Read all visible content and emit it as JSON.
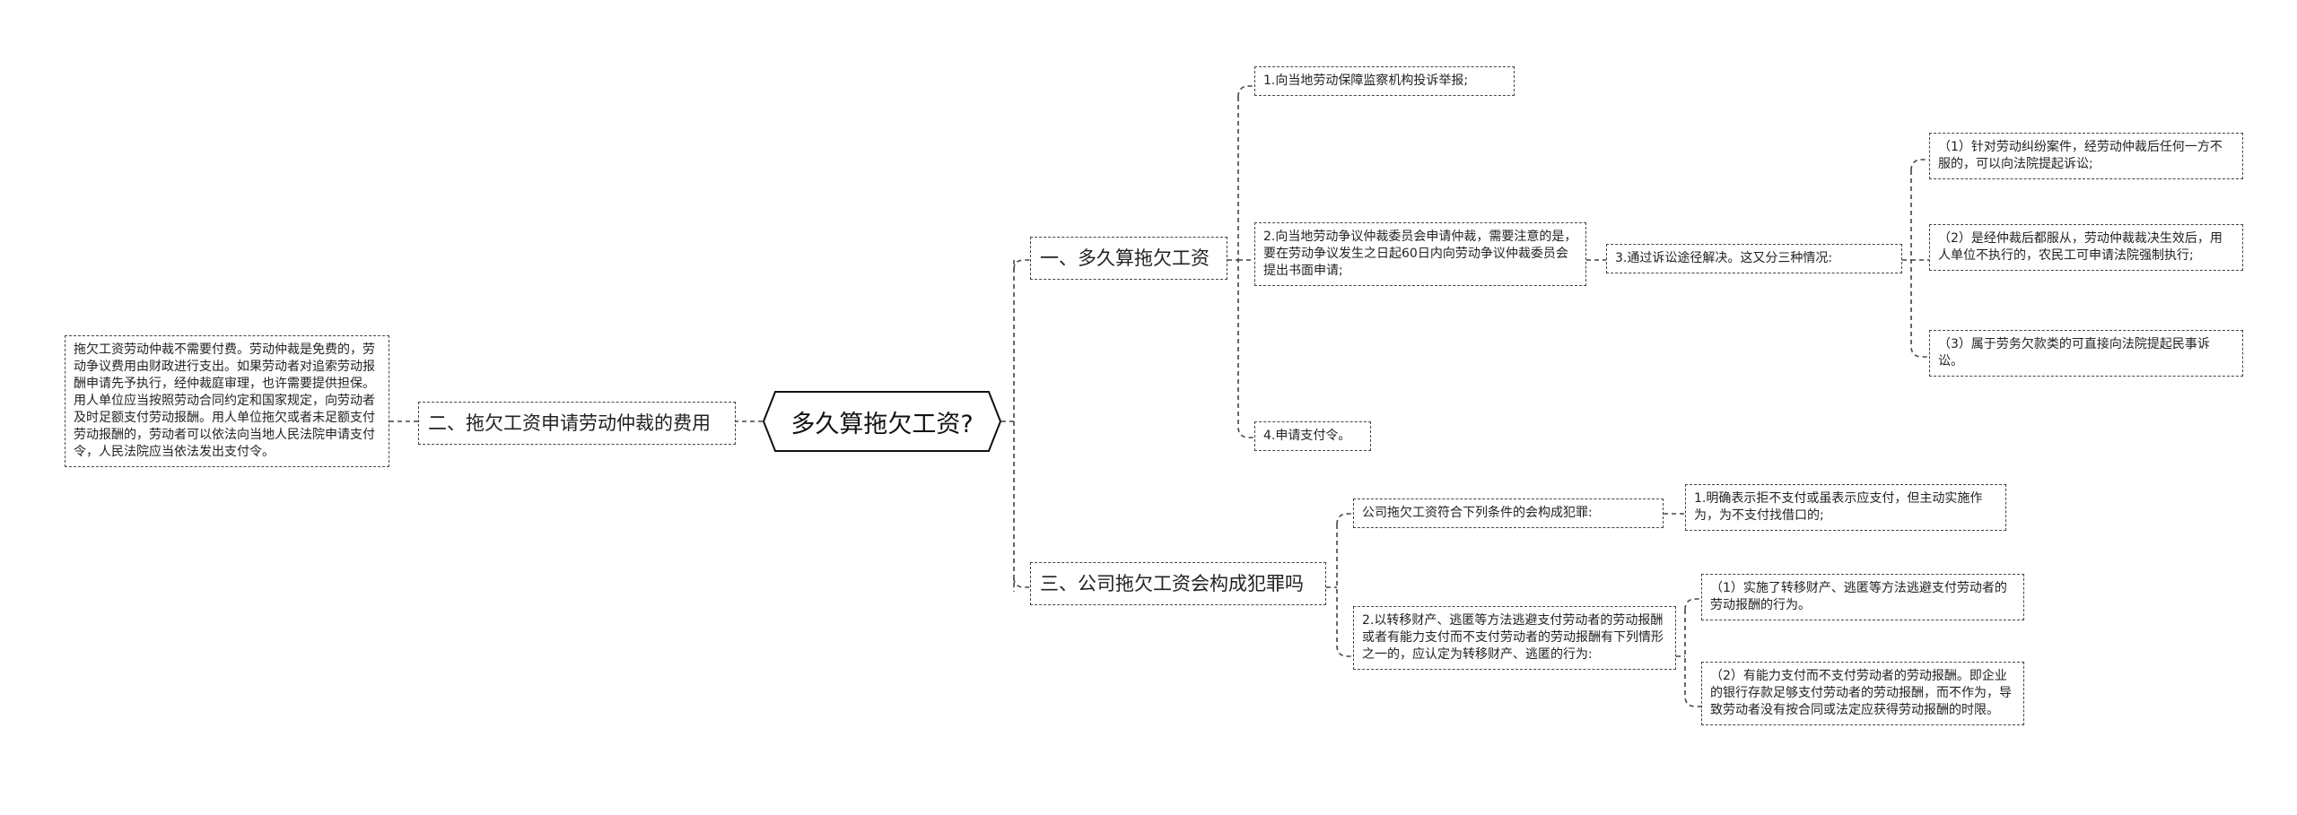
{
  "root": {
    "label": "多久算拖欠工资?"
  },
  "branches": {
    "b1": {
      "label": "一、多久算拖欠工资",
      "items": {
        "c1": "1.向当地劳动保障监察机构投诉举报;",
        "c2": "2.向当地劳动争议仲裁委员会申请仲裁，需要注意的是，要在劳动争议发生之日起60日内向劳动争议仲裁委员会提出书面申请;",
        "c3": "3.通过诉讼途径解决。这又分三种情况:",
        "c3_children": [
          "（1）针对劳动纠纷案件，经劳动仲裁后任何一方不服的，可以向法院提起诉讼;",
          "（2）是经仲裁后都服从，劳动仲裁裁决生效后，用人单位不执行的，农民工可申请法院强制执行;",
          "（3）属于劳务欠款类的可直接向法院提起民事诉讼。"
        ],
        "c4": "4.申请支付令。"
      }
    },
    "b2": {
      "label": "二、拖欠工资申请劳动仲裁的费用",
      "detail": "拖欠工资劳动仲裁不需要付费。劳动仲裁是免费的，劳动争议费用由财政进行支出。如果劳动者对追索劳动报酬申请先予执行，经仲裁庭审理，也许需要提供担保。用人单位应当按照劳动合同约定和国家规定，向劳动者及时足额支付劳动报酬。用人单位拖欠或者未足额支付劳动报酬的，劳动者可以依法向当地人民法院申请支付令，人民法院应当依法发出支付令。"
    },
    "b3": {
      "label": "三、公司拖欠工资会构成犯罪吗",
      "items": {
        "d1": "公司拖欠工资符合下列条件的会构成犯罪:",
        "d1_child": "1.明确表示拒不支付或虽表示应支付，但主动实施作为，为不支付找借口的;",
        "d2": "2.以转移财产、逃匿等方法逃避支付劳动者的劳动报酬或者有能力支付而不支付劳动者的劳动报酬有下列情形之一的，应认定为转移财产、逃匿的行为:",
        "d2_children": [
          "（1）实施了转移财产、逃匿等方法逃避支付劳动者的劳动报酬的行为。",
          "（2）有能力支付而不支付劳动者的劳动报酬。即企业的银行存款足够支付劳动者的劳动报酬，而不作为，导致劳动者没有按合同或法定应获得劳动报酬的时限。"
        ]
      }
    }
  },
  "colors": {
    "line": "#444444",
    "text": "#222222",
    "background": "#ffffff"
  }
}
